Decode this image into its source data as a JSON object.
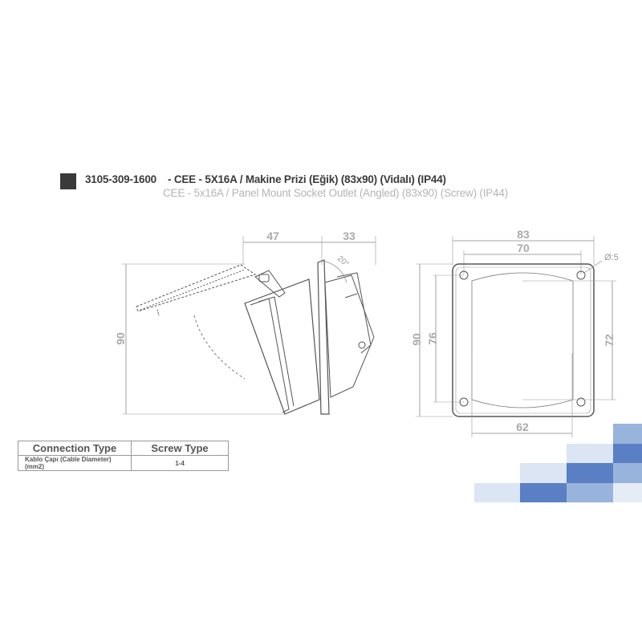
{
  "header": {
    "swatch_color": "#3a3a3a",
    "product_code": "3105-309-1600",
    "title_tr": "- CEE - 5X16A / Makine Prizi (Eğik) (83x90) (Vidalı) (IP44)",
    "title_en": "CEE - 5x16A / Panel Mount Socket Outlet (Angled) (83x90) (Screw) (IP44)"
  },
  "side_view": {
    "dim_width_body": "47",
    "dim_width_front": "33",
    "dim_height": "90",
    "angle": "20°"
  },
  "front_view": {
    "dim_outer_width": "83",
    "dim_hole_spacing_x": "70",
    "dim_hole_diameter": "Ø:5",
    "dim_outer_height": "90",
    "dim_hole_spacing_y": "76",
    "dim_cutout_height": "72",
    "dim_cutout_width": "62"
  },
  "spec_table": {
    "headers": [
      "Connection Type",
      "Screw Type"
    ],
    "rows": [
      {
        "label": "Kablo Çapı (Cable Diameter) (mm2)",
        "value": "1-4"
      }
    ]
  },
  "decor": {
    "mosaic_colors": [
      "#dbe5f3",
      "#5b7fc4",
      "#98b3dc",
      "#b7cbe8"
    ]
  }
}
